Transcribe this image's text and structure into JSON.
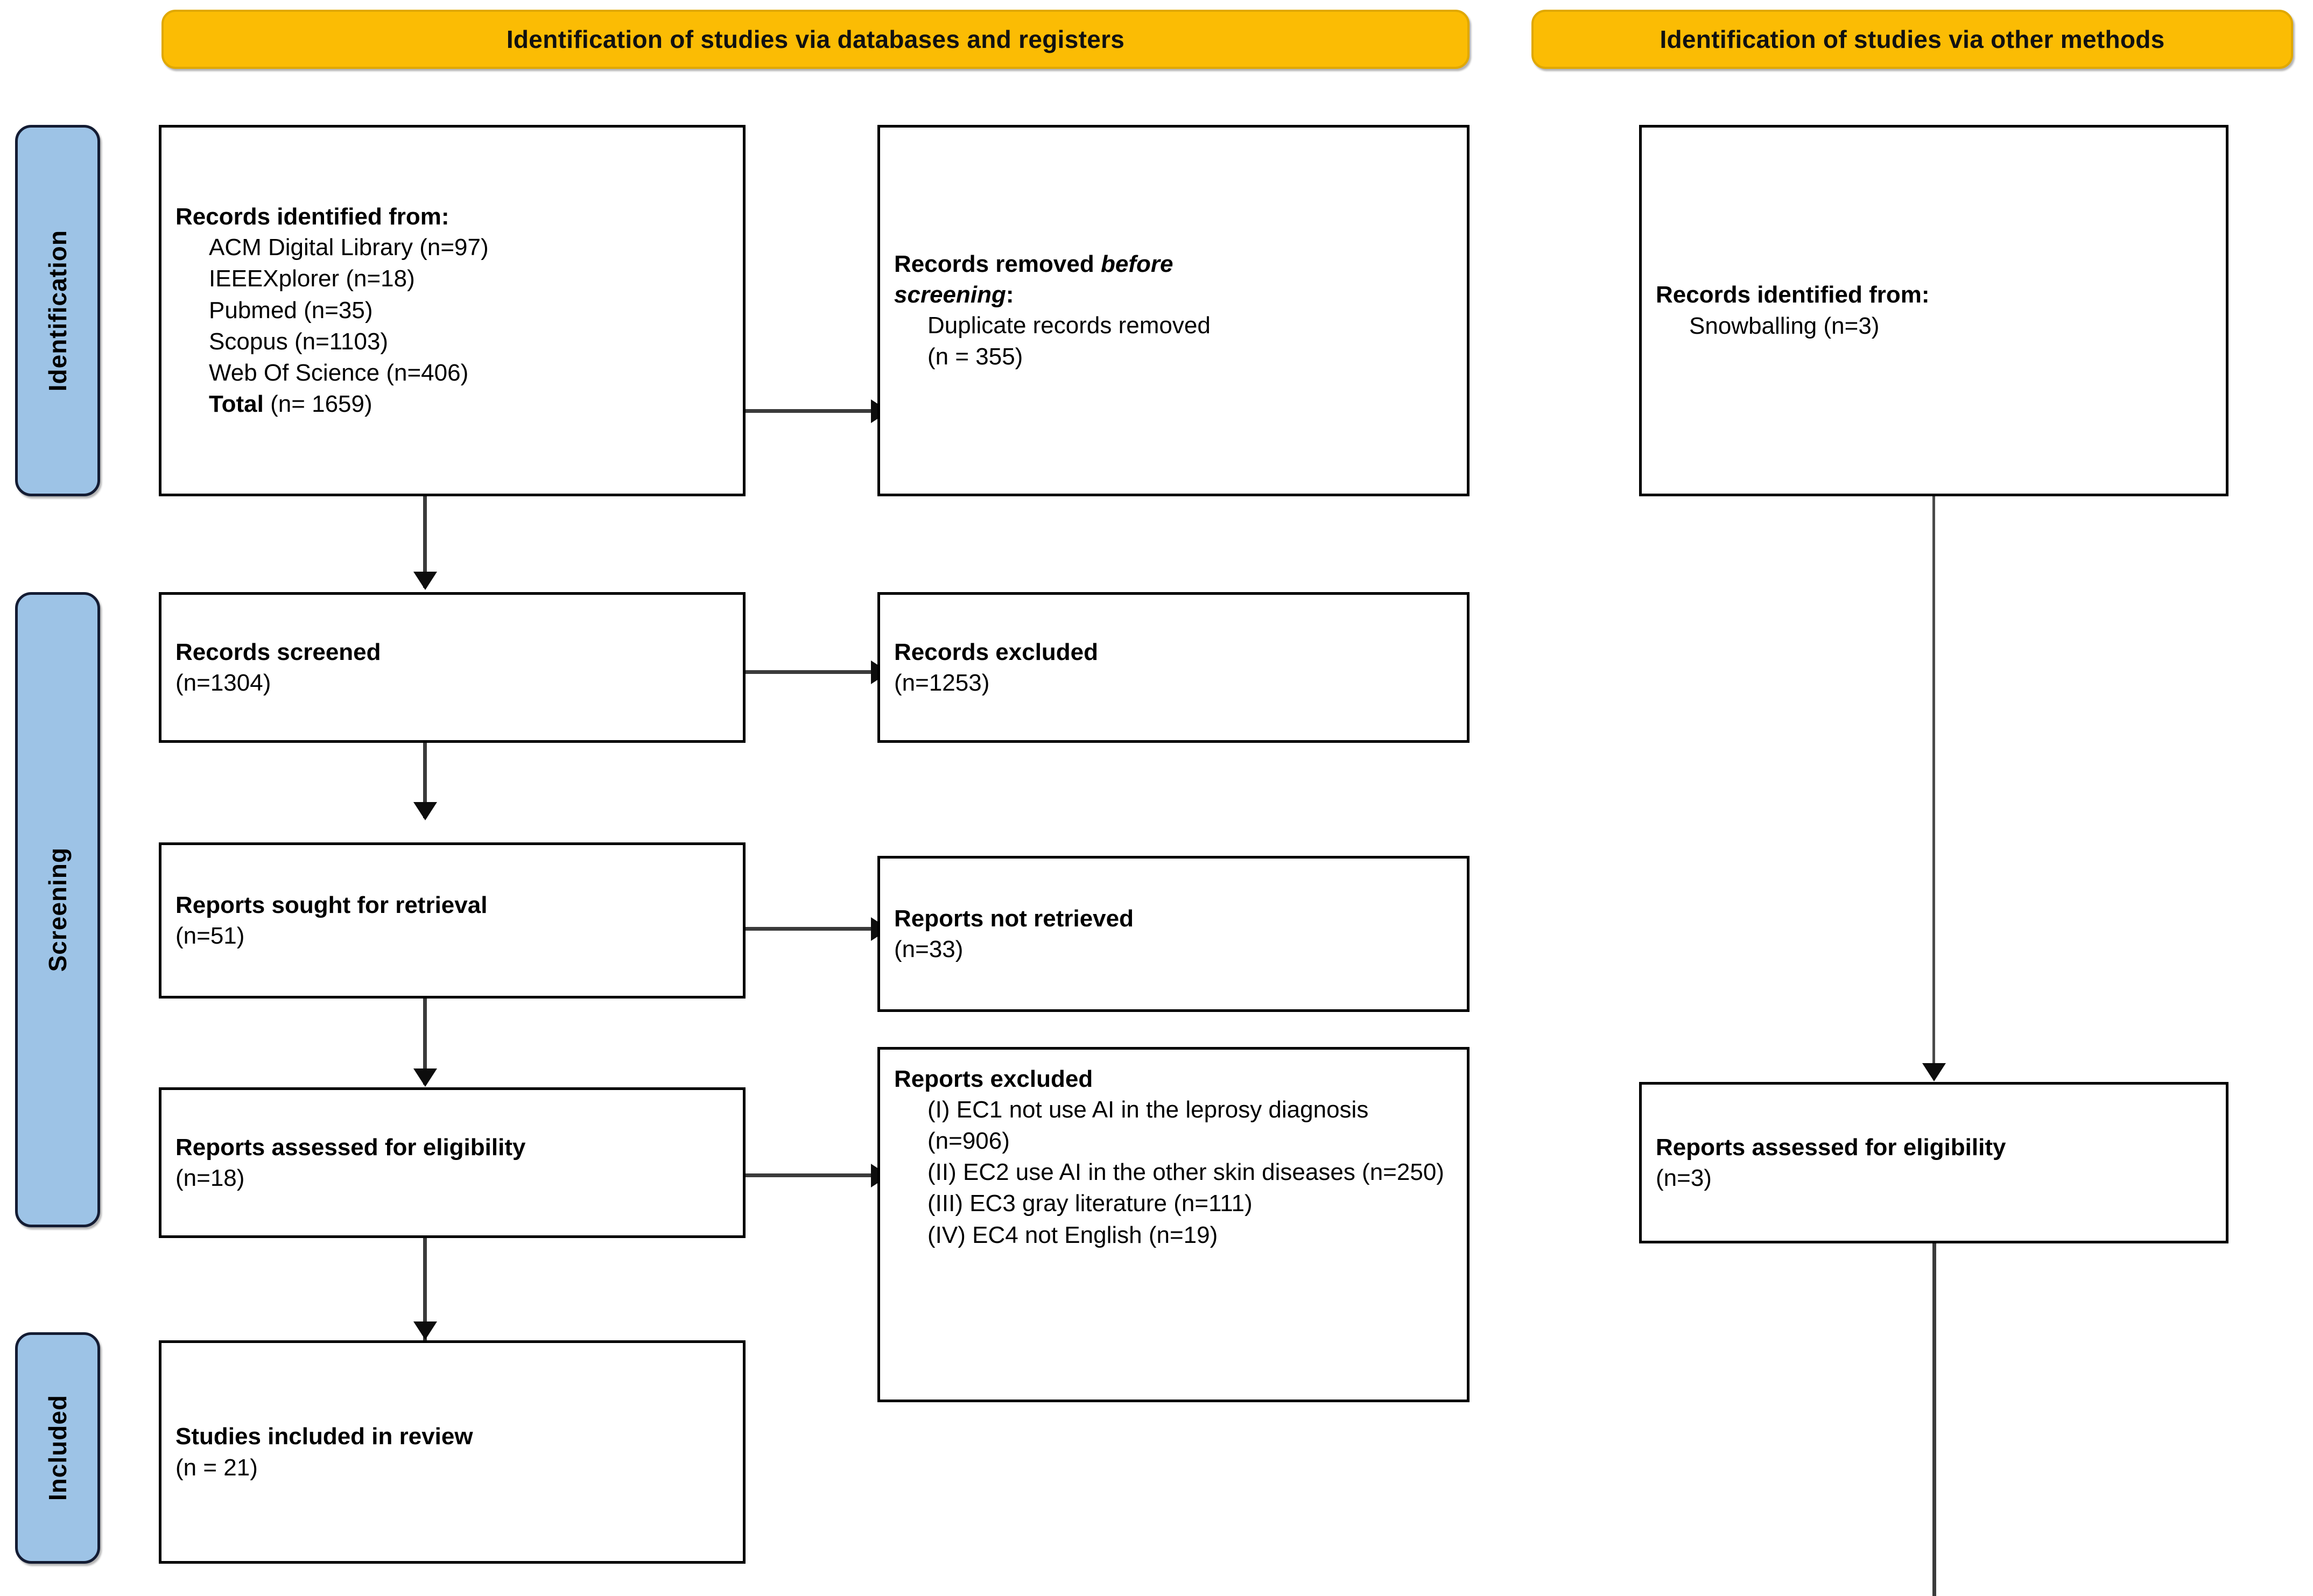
{
  "figure": {
    "type": "prisma-flow-diagram",
    "colors": {
      "phase_header_bg": "#FBBC04",
      "stage_label_bg": "#9DC3E6",
      "box_border": "#000000",
      "connector": "#3b3b3b",
      "page_bg": "#FFFFFF"
    }
  },
  "phase_headers": {
    "databases": "Identification of studies via databases and registers",
    "other_methods": "Identification of studies via other methods"
  },
  "stage_labels": {
    "identification": "Identification",
    "screening": "Screening",
    "included": "Included"
  },
  "boxes": {
    "records_identified": {
      "title": "Records identified from",
      "title_suffix": ":",
      "sources": [
        "ACM Digital Library (n=97)",
        "IEEEXplorer (n=18)",
        "Pubmed (n=35)",
        "Scopus (n=1103)",
        "Web Of Science (n=406)"
      ],
      "total_label": "Total",
      "total_value": " (n= 1659)"
    },
    "records_removed": {
      "title_lead": "Records removed ",
      "title_italic_1": "before",
      "title_italic_2": "screening",
      "title_colon": ":",
      "detail_line_1": "Duplicate records removed",
      "detail_line_2": "(n = 355)"
    },
    "other_identified": {
      "title": "Records identified from:",
      "detail": "Snowballing (n=3)"
    },
    "records_screened": {
      "title": "Records screened",
      "count": "(n=1304)"
    },
    "records_excluded": {
      "title": "Records excluded",
      "count": "(n=1253)"
    },
    "reports_sought": {
      "title": "Reports sought for retrieval",
      "count": "(n=51)"
    },
    "reports_not_retrieved": {
      "title": "Reports not retrieved",
      "count": "(n=33)"
    },
    "reports_assessed": {
      "title": "Reports assessed for eligibility",
      "count": "(n=18)"
    },
    "reports_excluded": {
      "title": "Reports excluded",
      "reasons": [
        "(I) EC1 not use AI in the leprosy diagnosis (n=906)",
        "(II) EC2 use AI in the other skin diseases (n=250)",
        "(III) EC3 gray literature (n=111)",
        "(IV) EC4 not English (n=19)"
      ]
    },
    "reports_assessed_other": {
      "title": "Reports assessed for eligibility",
      "count": "(n=3)"
    },
    "studies_included": {
      "title": "Studies included in review",
      "count": "(n = 21)"
    }
  }
}
